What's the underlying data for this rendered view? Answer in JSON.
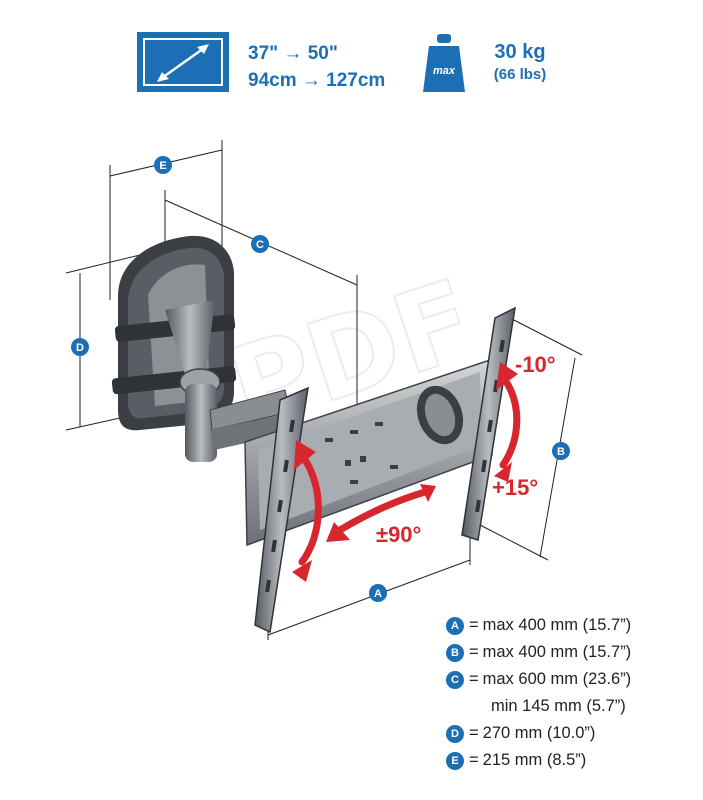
{
  "header": {
    "size_line1": "37\" → 50\"",
    "size_line2": "94cm → 127cm",
    "weight_badge": "max",
    "weight_kg": "30 kg",
    "weight_lbs": "(66 lbs)"
  },
  "diagram": {
    "labels": {
      "A": "A",
      "B": "B",
      "C": "C",
      "D": "D",
      "E": "E"
    },
    "angles": {
      "tilt_up": "-10°",
      "tilt_down": "+15°",
      "rotate": "±90°"
    },
    "watermark": "PDF",
    "colors": {
      "accent_blue": "#1d6fb5",
      "arrow_red": "#d8262e",
      "steel_dark": "#3c3f43",
      "steel_mid": "#8c8f94",
      "steel_light": "#c9cbcf"
    }
  },
  "legend": [
    {
      "letter": "A",
      "text": "max 400 mm (15.7”)"
    },
    {
      "letter": "B",
      "text": "max 400 mm (15.7”)"
    },
    {
      "letter": "C",
      "text": "max 600 mm (23.6”)"
    },
    {
      "letter": "",
      "text": "min 145 mm (5.7”)"
    },
    {
      "letter": "D",
      "text": "270 mm (10.0”)"
    },
    {
      "letter": "E",
      "text": "215 mm (8.5”)"
    }
  ],
  "legend_eq": "="
}
